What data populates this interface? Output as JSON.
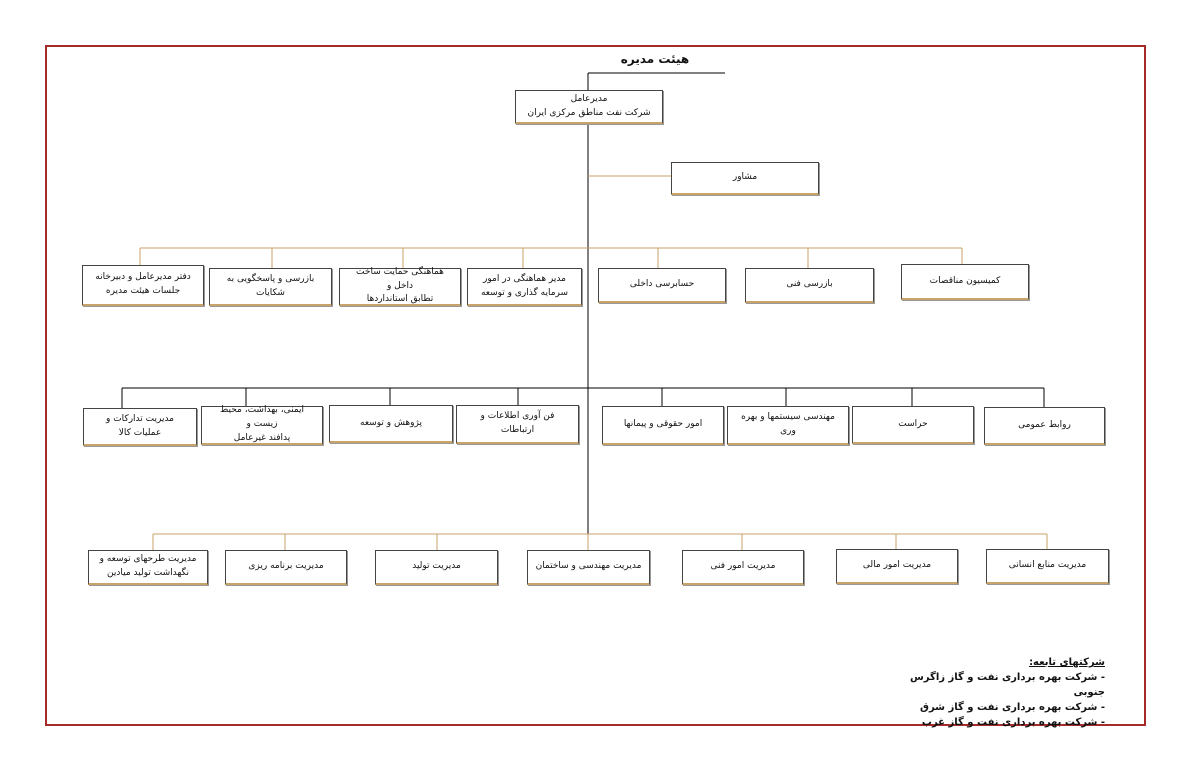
{
  "title": "هیئت مدیره",
  "ceo": {
    "line1": "مدیرعامل",
    "line2": "شرکت نفت مناطق مرکزی ایران"
  },
  "advisor": "مشاور",
  "row1": [
    "دفتر مدیرعامل و دبیرخانه\nجلسات هیئت مدیره",
    "بازرسی و پاسخگویی به شکایات",
    "هماهنگی حمایت ساخت داخل و\nتطابق استانداردها",
    "مدیر هماهنگی در امور\nسرمایه گذاری و توسعه",
    "حسابرسی داخلی",
    "بازرسی فنی",
    "کمیسیون مناقصات"
  ],
  "row2": [
    "مدیریت تدارکات و\nعملیات کالا",
    "ایمنی، بهداشت، محیط زیست و\nپدافند غیرعامل",
    "پژوهش و توسعه",
    "فن آوری اطلاعات و ارتباطات",
    "امور حقوقی و پیمانها",
    "مهندسی سیستمها و بهره وری",
    "حراست",
    "روابط عمومی"
  ],
  "row3": [
    "مدیریت طرحهای توسعه و\nنگهداشت تولید میادین",
    "مدیریت برنامه ریزی",
    "مدیریت تولید",
    "مدیریت مهندسی و ساختمان",
    "مدیریت امور فنی",
    "مدیریت امور مالی",
    "مدیریت منابع انسانی"
  ],
  "subsidiaries": {
    "heading": "شرکتهای تابعه:",
    "items": [
      "- شرکت بهره برداری نفت و گاز زاگرس جنوبی",
      "- شرکت بهره برداری نفت و گاز شرق",
      "- شرکت بهره برداری نفت و گاز غرب"
    ]
  },
  "colors": {
    "frame": "#a52a2a",
    "connector": "#c8a36a",
    "spine": "#000000"
  }
}
